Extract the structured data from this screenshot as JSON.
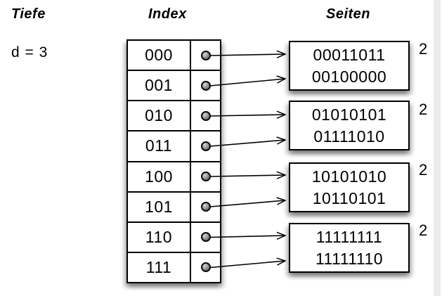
{
  "diagram": {
    "headers": {
      "depth": "Tiefe",
      "index": "Index",
      "pages": "Seiten"
    },
    "global_depth": "d = 3",
    "directory": [
      {
        "index": "000",
        "bucket": 1
      },
      {
        "index": "001",
        "bucket": 1
      },
      {
        "index": "010",
        "bucket": 2
      },
      {
        "index": "011",
        "bucket": 2
      },
      {
        "index": "100",
        "bucket": 3
      },
      {
        "index": "101",
        "bucket": 3
      },
      {
        "index": "110",
        "bucket": 4
      },
      {
        "index": "111",
        "bucket": 4
      }
    ],
    "buckets": [
      {
        "entries": [
          "00011011",
          "00100000"
        ],
        "local_depth": "2"
      },
      {
        "entries": [
          "01010101",
          "01111010"
        ],
        "local_depth": "2"
      },
      {
        "entries": [
          "10101010",
          "10110101"
        ],
        "local_depth": "2"
      },
      {
        "entries": [
          "11111111",
          "11111110"
        ],
        "local_depth": "2"
      }
    ]
  },
  "colors": {
    "border": "#000000",
    "background": "#ffffff",
    "right_strip": "#ececec"
  }
}
